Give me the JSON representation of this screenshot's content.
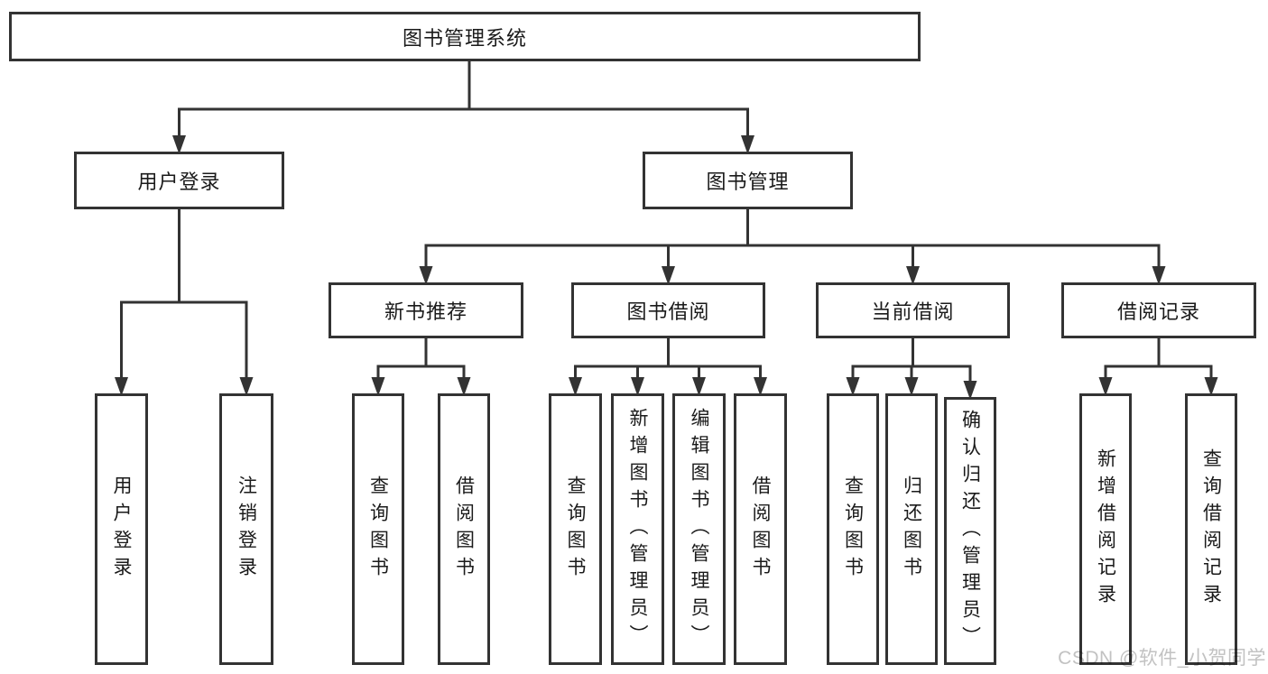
{
  "diagram": {
    "watermark": "CSDN @软件_小贺同学",
    "colors": {
      "line": "#333333",
      "text": "#1a1a1a",
      "background": "#ffffff",
      "watermark": "#c2c2c2"
    },
    "nodes": [
      {
        "id": "root",
        "label": "图书管理系统",
        "orientation": "horizontal",
        "children": [
          "user-login",
          "book-mgmt"
        ]
      },
      {
        "id": "user-login",
        "label": "用户登录",
        "orientation": "horizontal",
        "children": [
          "login-action",
          "logout-action"
        ]
      },
      {
        "id": "book-mgmt",
        "label": "图书管理",
        "orientation": "horizontal",
        "children": [
          "new-book-rec",
          "book-borrow",
          "current-borrow",
          "borrow-records"
        ]
      },
      {
        "id": "new-book-rec",
        "label": "新书推荐",
        "orientation": "horizontal",
        "children": [
          "nbr-query-book",
          "nbr-borrow-book"
        ]
      },
      {
        "id": "book-borrow",
        "label": "图书借阅",
        "orientation": "horizontal",
        "children": [
          "bb-query-book",
          "bb-add-book",
          "bb-edit-book",
          "bb-borrow-book"
        ]
      },
      {
        "id": "current-borrow",
        "label": "当前借阅",
        "orientation": "horizontal",
        "children": [
          "cb-query-book",
          "cb-return-book",
          "cb-confirm-return"
        ]
      },
      {
        "id": "borrow-records",
        "label": "借阅记录",
        "orientation": "horizontal",
        "children": [
          "br-add-record",
          "br-query-record"
        ]
      },
      {
        "id": "login-action",
        "label": "用户登录",
        "orientation": "vertical",
        "children": []
      },
      {
        "id": "logout-action",
        "label": "注销登录",
        "orientation": "vertical",
        "children": []
      },
      {
        "id": "nbr-query-book",
        "label": "查询图书",
        "orientation": "vertical",
        "children": []
      },
      {
        "id": "nbr-borrow-book",
        "label": "借阅图书",
        "orientation": "vertical",
        "children": []
      },
      {
        "id": "bb-query-book",
        "label": "查询图书",
        "orientation": "vertical",
        "children": []
      },
      {
        "id": "bb-add-book",
        "label": "新增图书（管理员）",
        "orientation": "vertical",
        "children": []
      },
      {
        "id": "bb-edit-book",
        "label": "编辑图书（管理员）",
        "orientation": "vertical",
        "children": []
      },
      {
        "id": "bb-borrow-book",
        "label": "借阅图书",
        "orientation": "vertical",
        "children": []
      },
      {
        "id": "cb-query-book",
        "label": "查询图书",
        "orientation": "vertical",
        "children": []
      },
      {
        "id": "cb-return-book",
        "label": "归还图书",
        "orientation": "vertical",
        "children": []
      },
      {
        "id": "cb-confirm-return",
        "label": "确认归还（管理员）",
        "orientation": "vertical",
        "children": []
      },
      {
        "id": "br-add-record",
        "label": "新增借阅记录",
        "orientation": "vertical",
        "children": []
      },
      {
        "id": "br-query-record",
        "label": "查询借阅记录",
        "orientation": "vertical",
        "children": []
      }
    ]
  }
}
